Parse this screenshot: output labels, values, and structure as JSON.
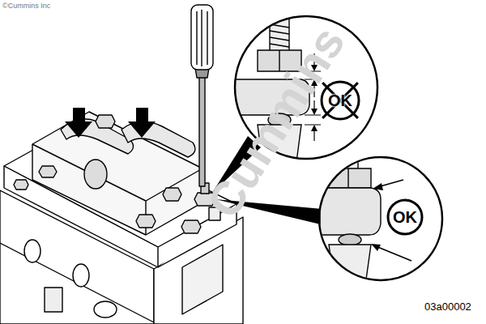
{
  "diagram": {
    "nodes": [
      {
        "text": [
          "OK"
        ]
      },
      {
        "text": [
          "OK"
        ]
      }
    ],
    "labels": [
      "©Cummins Inc",
      "Cummins",
      "03a00002"
    ]
  }
}
